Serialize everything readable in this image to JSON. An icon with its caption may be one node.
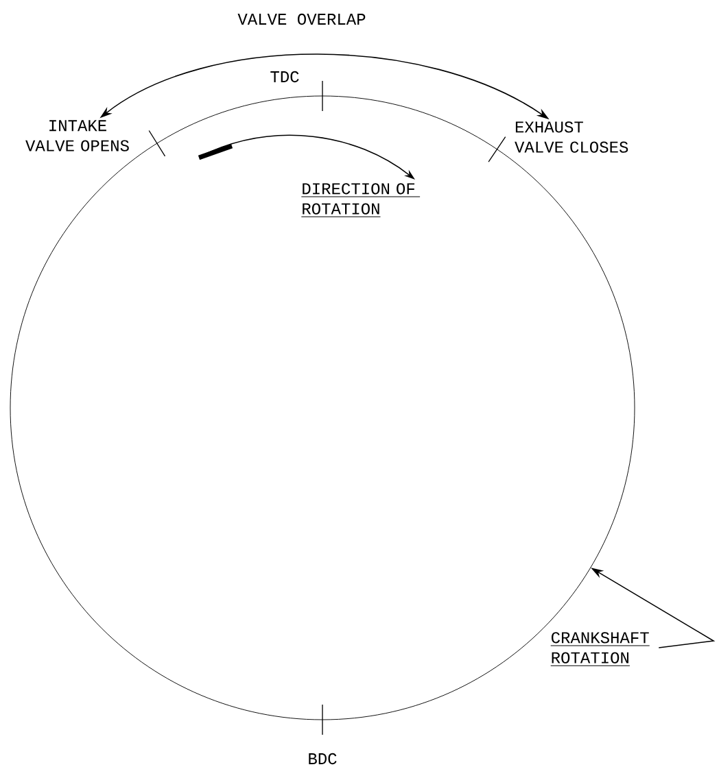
{
  "diagram": {
    "nodes": [
      {
        "text": [],
        "shape": "circle"
      },
      {
        "text": [
          "INTAKE VALVE OPENS"
        ]
      },
      {
        "text": [
          "EXHAUST VALVE CLOSES"
        ]
      },
      {
        "text": [
          "CRANKSHAFT ROTATION"
        ]
      }
    ],
    "edges": [
      {
        "from": 1,
        "to": 2,
        "arrow": "both",
        "label": "VALVE OVERLAP"
      },
      {
        "from": 3,
        "to": 0,
        "arrow": "to"
      }
    ],
    "labels": [
      "TDC",
      "DIRECTION OF ROTATION",
      "BDC"
    ]
  }
}
